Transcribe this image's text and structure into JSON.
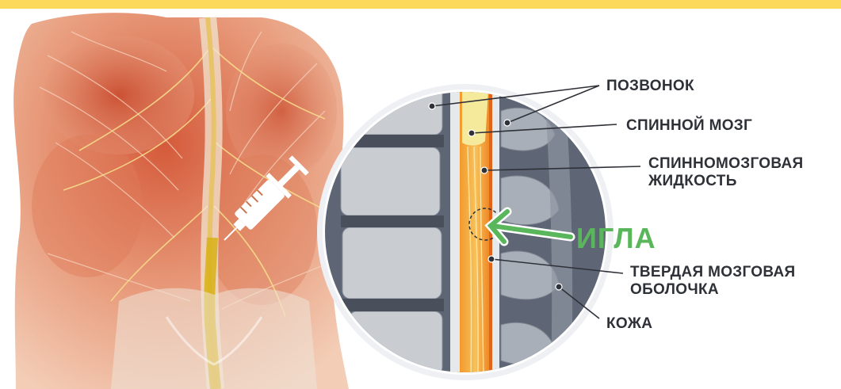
{
  "labels": {
    "vertebra": "ПОЗВОНОК",
    "spinal_cord": "СПИННОЙ МОЗГ",
    "csf_line1": "СПИННОМОЗГОВАЯ",
    "csf_line2": "ЖИДКОСТЬ",
    "needle": "ИГЛА",
    "dura_line1": "ТВЕРДАЯ МОЗГОВАЯ",
    "dura_line2": "ОБОЛОЧКА",
    "skin": "КОЖА"
  },
  "colors": {
    "accent_bar": "#fcd95a",
    "label_text": "#2f3138",
    "needle_green": "#5ab65a",
    "spinal_orange": "#f08a24",
    "vertebra_gray": "#c9ccd1",
    "body_tone": "#e8a07c"
  },
  "icons": {
    "syringe": "syringe-icon",
    "arrow": "arrow-left-icon"
  }
}
